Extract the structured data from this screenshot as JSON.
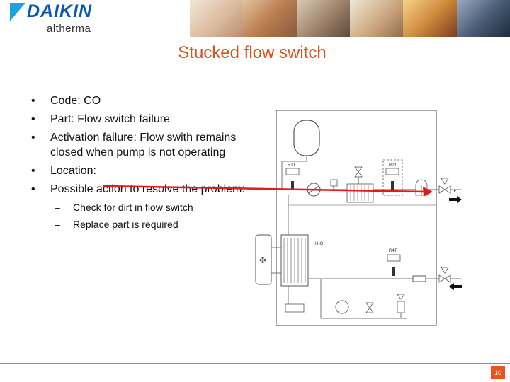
{
  "brand": {
    "name": "DAIKIN",
    "product": "altherma"
  },
  "slide": {
    "title": "Stucked flow switch",
    "page_number": "10"
  },
  "bullets": [
    "Code: CO",
    "Part: Flow switch failure",
    "Activation failure: Flow swith remains closed when pump is not operating",
    "Location:",
    "Possible action to resolve the problem:"
  ],
  "sub_bullets": [
    "Check for dirt in flow switch",
    "Replace part is required"
  ],
  "diagram": {
    "labels": {
      "r1t": "R1T",
      "r2t": "R2T",
      "r4t": "R4T",
      "h2o": "H₂O"
    }
  },
  "colors": {
    "title": "#d9531e",
    "arrow": "#e11a1a",
    "accent_line": "#4aa3d8",
    "brand_blue": "#0a58b3"
  }
}
